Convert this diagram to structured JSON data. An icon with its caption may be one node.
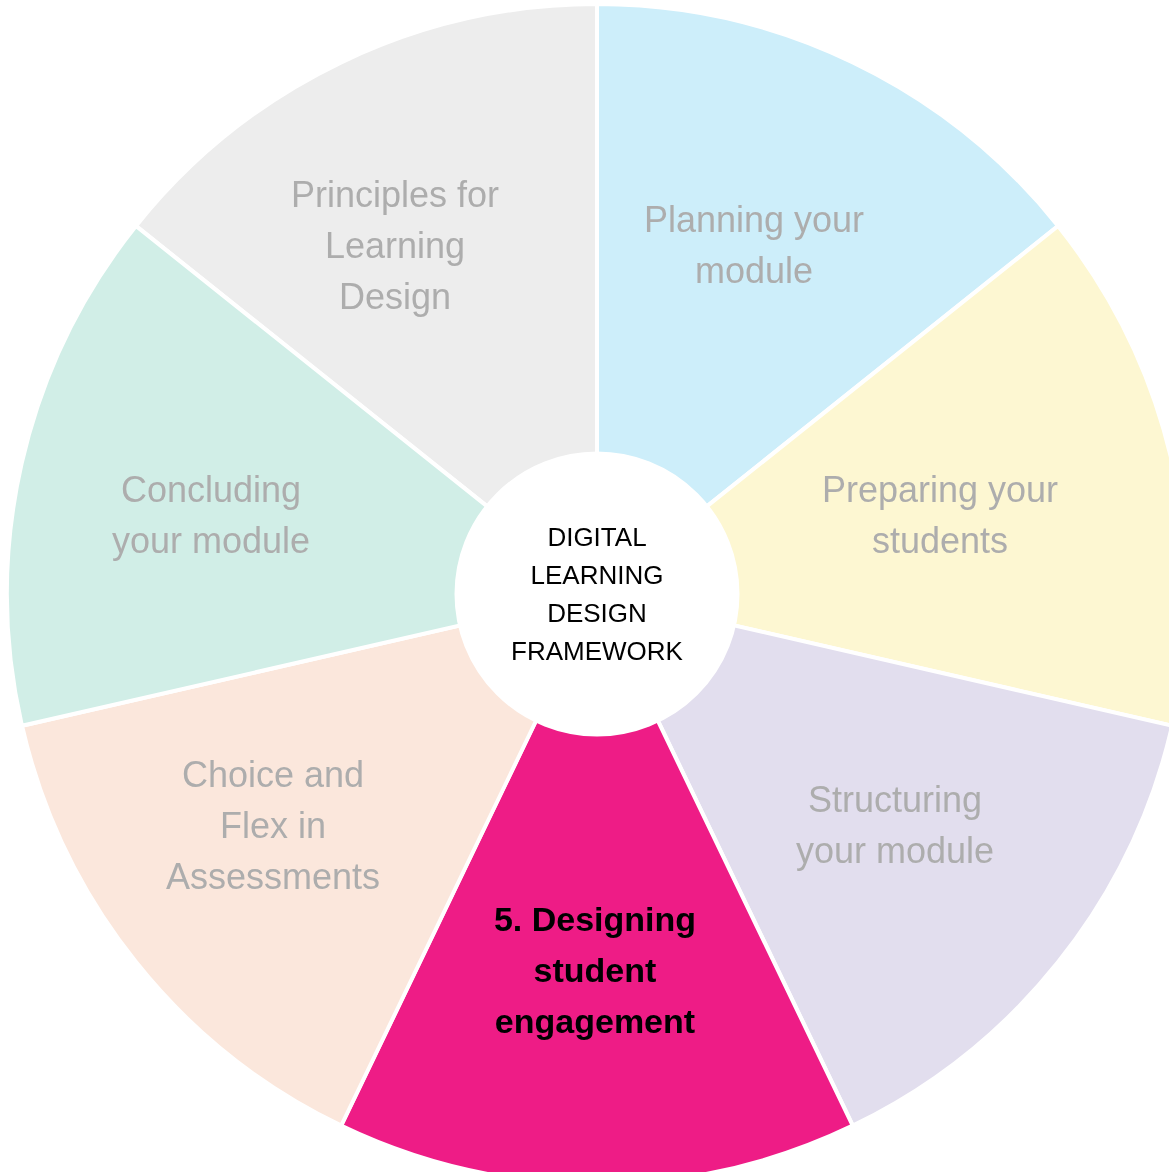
{
  "diagram": {
    "nodes": [
      {
        "text": [
          "Principles for Learning Design"
        ]
      },
      {
        "text": [
          "Planning your module"
        ]
      },
      {
        "text": [
          "Preparing your students"
        ]
      },
      {
        "text": [
          "Structuring your module"
        ]
      },
      {
        "text": [
          "5. Designing student engagement"
        ]
      },
      {
        "text": [
          "Choice and Flex in Assessments"
        ]
      },
      {
        "text": [
          "Concluding your module"
        ]
      },
      {
        "text": [
          "DIGITAL LEARNING DESIGN FRAMEWORK"
        ]
      }
    ],
    "edges": []
  }
}
